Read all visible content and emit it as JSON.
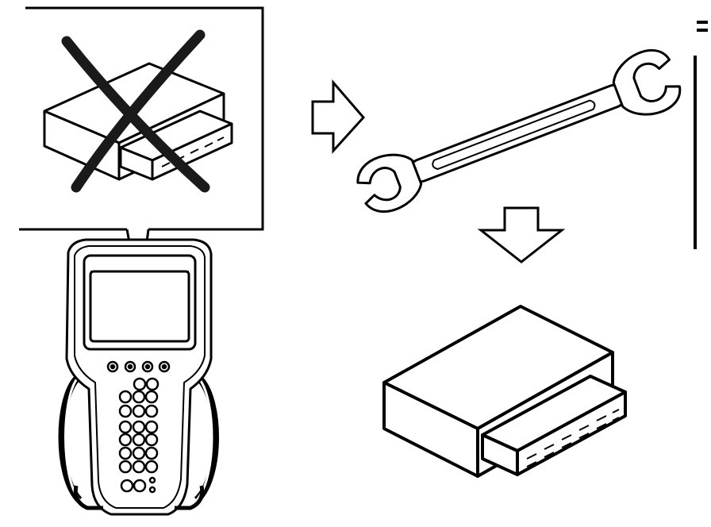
{
  "diagram": {
    "kind": "service-procedure-illustration",
    "colors": {
      "ink": "#000000",
      "paper": "#ffffff",
      "cross": "#1a1a1a"
    },
    "icons": [
      "control-module-icon",
      "cross-out-icon",
      "scan-tool-icon",
      "arrow-right-icon",
      "wrench-icon",
      "arrow-down-icon"
    ],
    "scan_tool": {
      "keypad_rows": 6,
      "keypad_cols": 3,
      "top_buttons": 4
    }
  }
}
